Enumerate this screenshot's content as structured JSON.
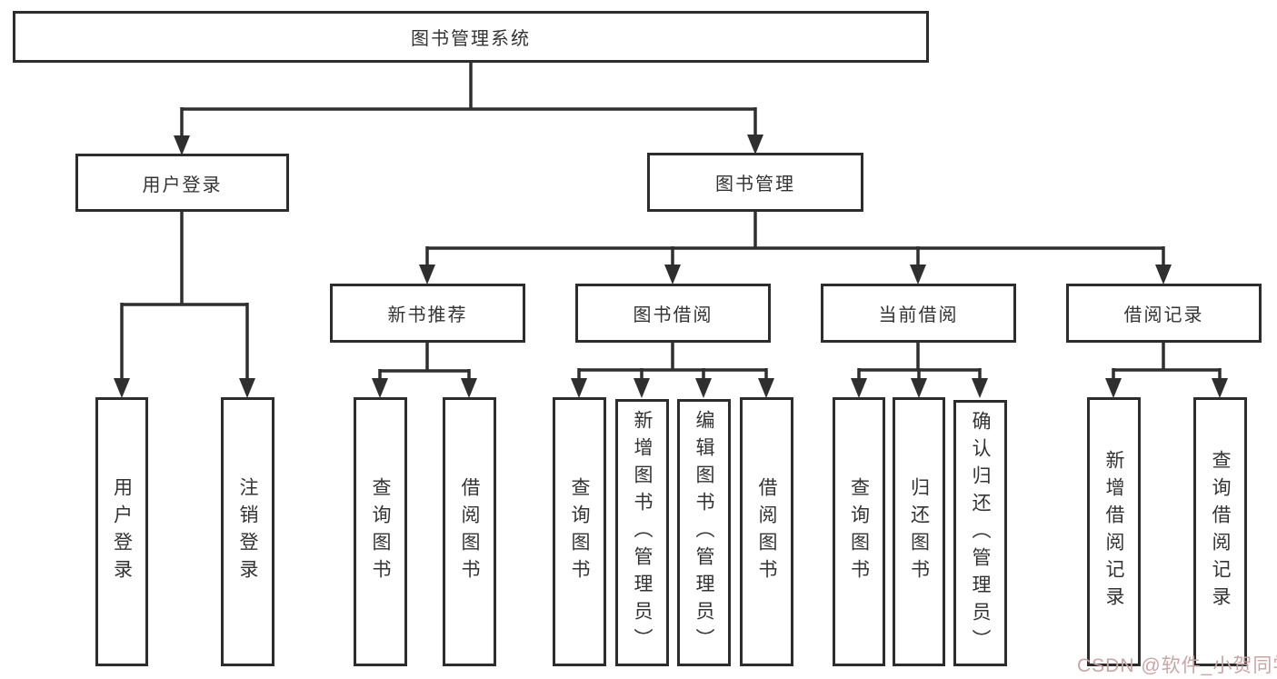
{
  "diagram": {
    "root": {
      "label": "图书管理系统"
    },
    "level2": [
      {
        "id": "user-login",
        "label": "用户登录"
      },
      {
        "id": "book-management",
        "label": "图书管理"
      }
    ],
    "level3": [
      {
        "id": "new-book-recommend",
        "label": "新书推荐"
      },
      {
        "id": "book-borrow",
        "label": "图书借阅"
      },
      {
        "id": "current-borrow",
        "label": "当前借阅"
      },
      {
        "id": "borrow-record",
        "label": "借阅记录"
      }
    ],
    "leaves": [
      {
        "id": "user-login-leaf",
        "label": "用户登录"
      },
      {
        "id": "logout-leaf",
        "label": "注销登录"
      },
      {
        "id": "query-books-recommend",
        "label": "查询图书"
      },
      {
        "id": "borrow-books-recommend",
        "label": "借阅图书"
      },
      {
        "id": "query-books-borrow",
        "label": "查询图书"
      },
      {
        "id": "add-books-admin",
        "label": "新增图书（管理员）"
      },
      {
        "id": "edit-books-admin",
        "label": "编辑图书（管理员）"
      },
      {
        "id": "borrow-books",
        "label": "借阅图书"
      },
      {
        "id": "query-books-current",
        "label": "查询图书"
      },
      {
        "id": "return-books",
        "label": "归还图书"
      },
      {
        "id": "confirm-return-admin",
        "label": "确认归还（管理员）"
      },
      {
        "id": "add-borrow-record",
        "label": "新增借阅记录"
      },
      {
        "id": "query-borrow-record",
        "label": "查询借阅记录"
      }
    ],
    "colors": {
      "line": "#2f2f2f",
      "box_border": "#2d2d2d",
      "text": "#333333",
      "watermark": "#c9a5a5",
      "background": "#ffffff"
    }
  },
  "watermark": {
    "text": "CSDN @软件_小贺同学"
  }
}
